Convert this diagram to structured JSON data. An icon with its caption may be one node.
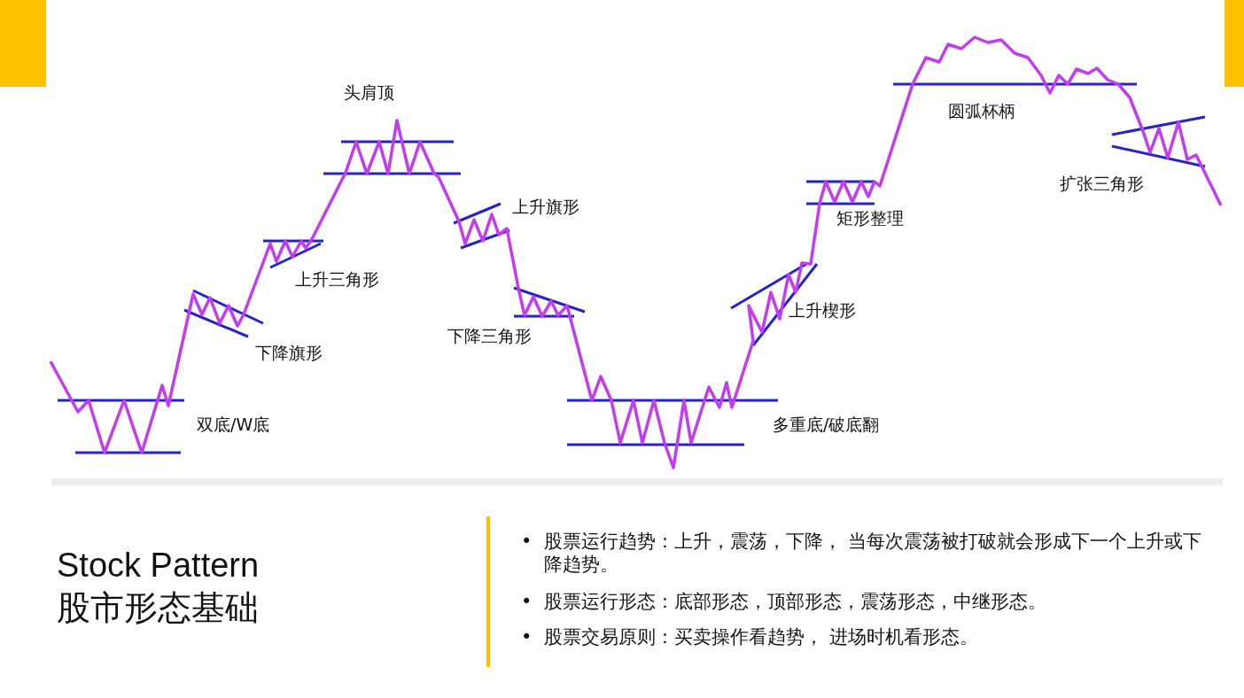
{
  "diagram": {
    "title": "Stock Pattern 股市形态基础",
    "labels": [
      "头肩顶",
      "圆弧杯柄",
      "扩张三角形",
      "上升旗形",
      "矩形整理",
      "上升三角形",
      "上升楔形",
      "下降三角形",
      "下降旗形",
      "双底/W底",
      "多重底/破底翻",
      "•",
      "股票运行趋势：上升，震荡，下降， 当每次震荡被打破就会形成下一个上升或下降趋势。",
      "•",
      "股票运行形态：底部形态，顶部形态，震荡形态，中继形态。",
      "•",
      "股票交易原则：买卖操作看趋势， 进场时机看形态。"
    ]
  }
}
